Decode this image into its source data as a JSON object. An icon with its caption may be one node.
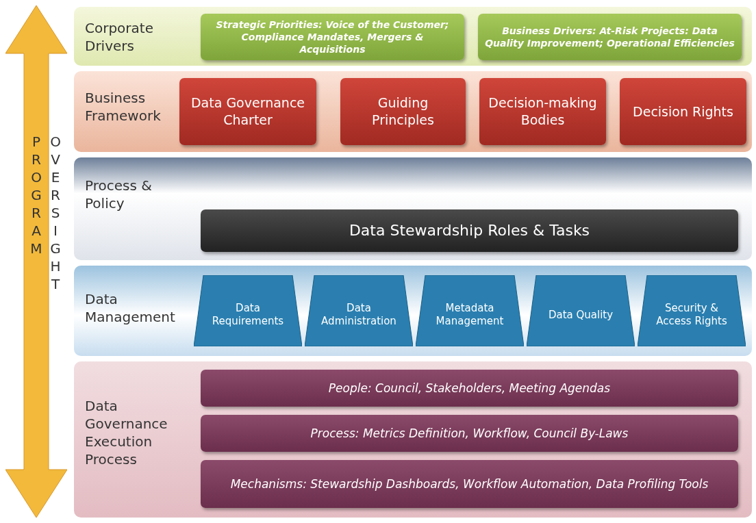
{
  "diagram": {
    "nodes": [
      {
        "text": [
          "PROGRAM OVERSIGHT"
        ]
      },
      {
        "text": [
          "Corporate Drivers"
        ]
      },
      {
        "text": [
          "Strategic Priorities: Voice of the Customer; Compliance Mandates, Mergers & Acquisitions"
        ],
        "in": 1
      },
      {
        "text": [
          "Business Drivers: At-Risk Projects: Data Quality Improvement; Operational Efficiencies"
        ],
        "in": 1
      },
      {
        "text": [
          "Business Framework"
        ]
      },
      {
        "text": [
          "Data Governance Charter"
        ],
        "in": 4
      },
      {
        "text": [
          "Guiding Principles"
        ],
        "in": 4
      },
      {
        "text": [
          "Decision-making Bodies"
        ],
        "in": 4
      },
      {
        "text": [
          "Decision Rights"
        ],
        "in": 4
      },
      {
        "text": [
          "Process & Policy"
        ]
      },
      {
        "text": [
          "Data Stewardship Roles & Tasks"
        ],
        "in": 9
      },
      {
        "text": [
          "Data Management"
        ]
      },
      {
        "text": [
          "Data Requirements"
        ],
        "in": 11
      },
      {
        "text": [
          "Data Administration"
        ],
        "in": 11
      },
      {
        "text": [
          "Metadata Management"
        ],
        "in": 11
      },
      {
        "text": [
          "Data Quality"
        ],
        "in": 11
      },
      {
        "text": [
          "Security & Access Rights"
        ],
        "in": 11
      },
      {
        "text": [
          "Data Governance Execution Process"
        ]
      },
      {
        "text": [
          "People:  Council, Stakeholders, Meeting Agendas"
        ],
        "in": 17
      },
      {
        "text": [
          "Process:  Metrics Definition, Workflow, Council By-Laws"
        ],
        "in": 17
      },
      {
        "text": [
          "Mechanisms:  Stewardship Dashboards, Workflow Automation, Data Profiling Tools"
        ],
        "in": 17
      }
    ]
  }
}
